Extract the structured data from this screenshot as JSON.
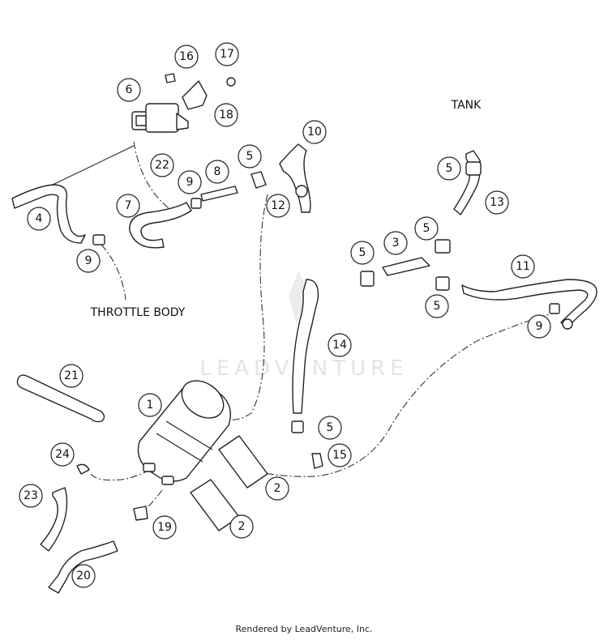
{
  "diagram": {
    "labels": {
      "tank": "TANK",
      "throttle_body": "THROTTLE BODY"
    },
    "watermark": "LEADVENTURE",
    "footer": "Rendered by LeadVenture, Inc.",
    "callouts": [
      "1",
      "2",
      "2",
      "3",
      "4",
      "5",
      "5",
      "5",
      "5",
      "5",
      "5",
      "6",
      "7",
      "8",
      "9",
      "9",
      "9",
      "10",
      "11",
      "12",
      "13",
      "14",
      "15",
      "16",
      "17",
      "18",
      "19",
      "20",
      "21",
      "22",
      "23",
      "24"
    ]
  }
}
